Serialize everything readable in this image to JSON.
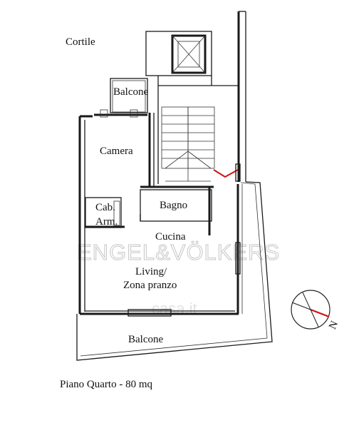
{
  "labels": {
    "cortile": "Cortile",
    "balcone_top": "Balcone",
    "camera": "Camera",
    "cab": "Cab.",
    "arm": "Arm.",
    "bagno": "Bagno",
    "cucina": "Cucina",
    "living": "Living/",
    "zona_pranzo": "Zona pranzo",
    "balcone_bottom": "Balcone",
    "footer": "Piano Quarto - 80 mq"
  },
  "watermark": {
    "brand": "ENGEL&VÖLKERS",
    "site": "casa.it"
  },
  "compass": {
    "north_label": "N",
    "needle_color": "#d01010"
  },
  "colors": {
    "accent_red": "#d01010"
  }
}
